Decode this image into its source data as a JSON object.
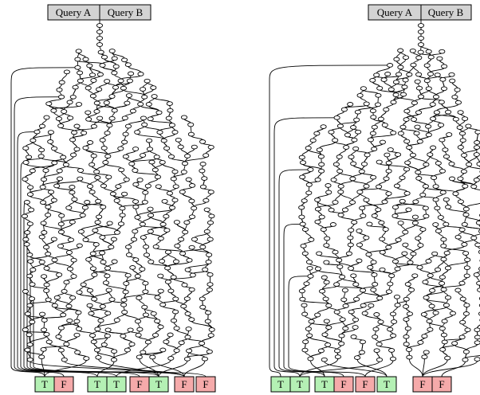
{
  "colors": {
    "query_box": "#d3d3d3",
    "true_box": "#b4f0b4",
    "false_box": "#f5aaaa",
    "edge": "#000000",
    "node_fill": "#ffffff"
  },
  "diagrams": [
    {
      "id": "left",
      "query_labels": [
        "Query A",
        "Query B"
      ],
      "outputs": [
        "T",
        "F",
        "T",
        "T",
        "F",
        "T",
        "F",
        "F"
      ],
      "output_colors": [
        "true",
        "false",
        "true",
        "true",
        "false",
        "true",
        "false",
        "false"
      ]
    },
    {
      "id": "right",
      "query_labels": [
        "Query A",
        "Query B"
      ],
      "outputs": [
        "T",
        "T",
        "T",
        "F",
        "F",
        "T",
        "F",
        "F"
      ],
      "output_colors": [
        "true",
        "true",
        "true",
        "false",
        "false",
        "true",
        "false",
        "false"
      ]
    }
  ]
}
